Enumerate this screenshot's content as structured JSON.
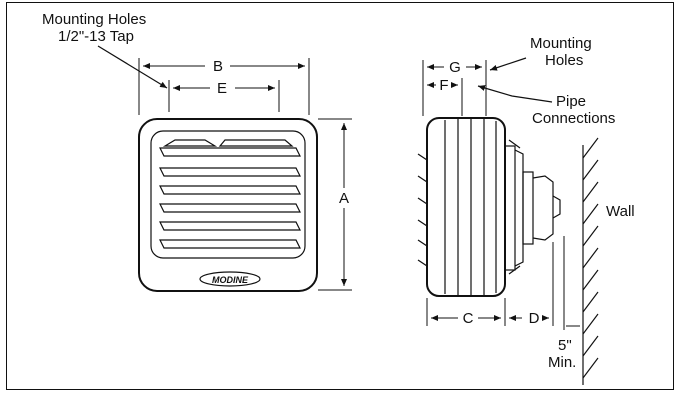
{
  "labels": {
    "mounting_holes_tap_line1": "Mounting Holes",
    "mounting_holes_tap_line2": "1/2\"-13 Tap",
    "mounting_holes_side_line1": "Mounting",
    "mounting_holes_side_line2": "Holes",
    "pipe_connections_line1": "Pipe",
    "pipe_connections_line2": "Connections",
    "wall": "Wall",
    "clearance_line1": "5\"",
    "clearance_line2": "Min.",
    "brand_logo": "MODINE"
  },
  "dimensions": {
    "a": "A",
    "b": "B",
    "c": "C",
    "d": "D",
    "e": "E",
    "f": "F",
    "g": "G"
  },
  "colors": {
    "ink": "#111111",
    "background": "#ffffff"
  }
}
